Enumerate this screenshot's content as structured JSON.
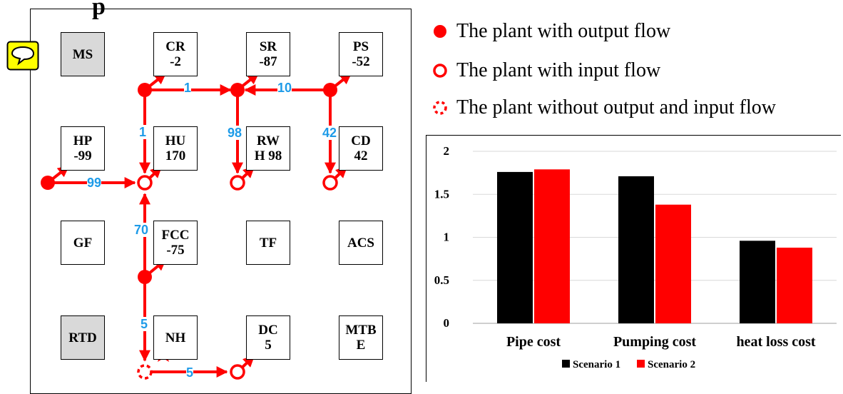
{
  "panel": {
    "title": "p"
  },
  "nodes": [
    {
      "id": "ms",
      "label": "MS",
      "value": "",
      "gray": true
    },
    {
      "id": "cr",
      "label": "CR",
      "value": "-2",
      "gray": false
    },
    {
      "id": "sr",
      "label": "SR",
      "value": "-87",
      "gray": false
    },
    {
      "id": "ps",
      "label": "PS",
      "value": "-52",
      "gray": false
    },
    {
      "id": "hp",
      "label": "HP",
      "value": "-99",
      "gray": false
    },
    {
      "id": "hu",
      "label": "HU",
      "value": "170",
      "gray": false
    },
    {
      "id": "rwh",
      "label": "RW",
      "value": "H 98",
      "gray": false
    },
    {
      "id": "cd",
      "label": "CD",
      "value": "42",
      "gray": false
    },
    {
      "id": "gf",
      "label": "GF",
      "value": "",
      "gray": false
    },
    {
      "id": "fcc",
      "label": "FCC",
      "value": "-75",
      "gray": false
    },
    {
      "id": "tf",
      "label": "TF",
      "value": "",
      "gray": false
    },
    {
      "id": "acs",
      "label": "ACS",
      "value": "",
      "gray": false
    },
    {
      "id": "rtd",
      "label": "RTD",
      "value": "",
      "gray": true
    },
    {
      "id": "nh",
      "label": "NH",
      "value": "",
      "gray": false
    },
    {
      "id": "dc",
      "label": "DC",
      "value": "5",
      "gray": false
    },
    {
      "id": "mtbe",
      "label": "MTB",
      "value": "E",
      "gray": false
    }
  ],
  "flows": {
    "cr_to_sr": "1",
    "cr_to_hu": "1",
    "ps_to_sr": "10",
    "sr_to_rwh": "98",
    "ps_to_cd": "42",
    "hp_to_hu": "99",
    "fcc_to_hu": "70",
    "fcc_to_nh": "5",
    "nh_to_dc": "5"
  },
  "legend": {
    "output": "The plant with output flow",
    "input": "The plant with input flow",
    "none": "The plant without output and input flow"
  },
  "colors": {
    "flow": "#ff0000",
    "flow_label": "#1e9be8",
    "scenario1": "#000000",
    "scenario2": "#ff0000",
    "node_gray": "#d9d9d9"
  },
  "chart_data": {
    "type": "bar",
    "categories": [
      "Pipe cost",
      "Pumping cost",
      "heat loss cost"
    ],
    "series": [
      {
        "name": "Scenario 1",
        "values": [
          1.76,
          1.71,
          0.96
        ]
      },
      {
        "name": "Scenario 2",
        "values": [
          1.79,
          1.38,
          0.88
        ]
      }
    ],
    "ylim": [
      0,
      2
    ],
    "yticks": [
      "0",
      "0.5",
      "1",
      "1.5",
      "2"
    ],
    "grid": true,
    "legend_position": "bottom"
  }
}
